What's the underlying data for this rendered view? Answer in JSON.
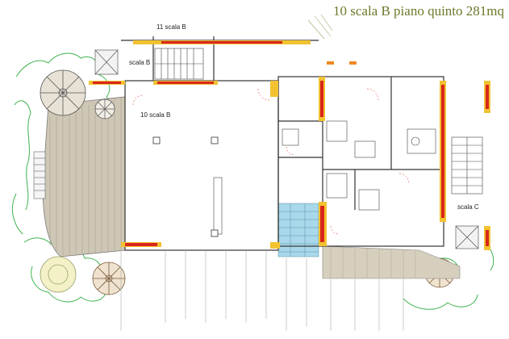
{
  "title": "10 scala B piano quinto 281mq",
  "labels": {
    "stair_top": "11 scala B",
    "stair_elevator": "scala B",
    "stair_main": "10 scala B",
    "stair_c": "scala C"
  },
  "colors": {
    "title": "#6b7a2a",
    "wall_red": "#d9261c",
    "wall_yellow": "#f2c230",
    "terrace": "#c9c0ad",
    "greenery": "#3fb34f",
    "water_tiles": "#9fd3e8"
  }
}
